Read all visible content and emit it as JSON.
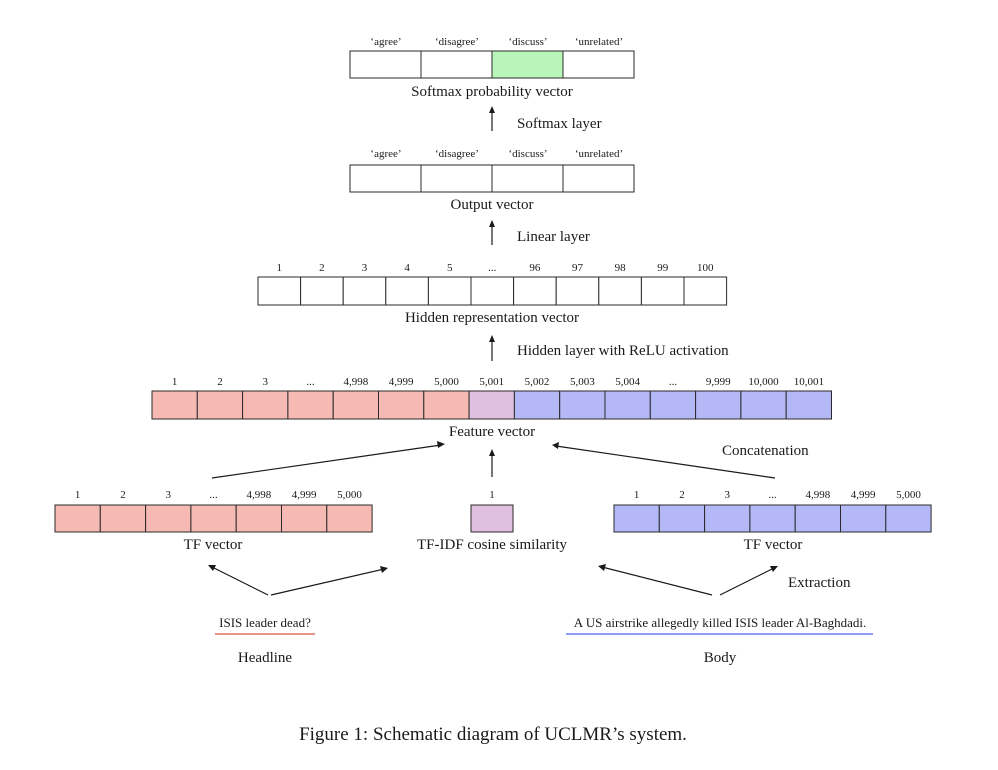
{
  "colors": {
    "white": "#ffffff",
    "green": "#b9f5b9",
    "red": "#f7b9b3",
    "purple": "#e0c0e0",
    "blue": "#b4b8f7",
    "headline_underline": "#e0705f",
    "body_underline": "#6a7cf0"
  },
  "softmax_vector": {
    "labels": [
      "‘agree’",
      "‘disagree’",
      "‘discuss’",
      "‘unrelated’"
    ],
    "highlight": "discuss",
    "caption": "Softmax probability vector"
  },
  "softmax_layer": "Softmax layer",
  "output_vector": {
    "labels": [
      "‘agree’",
      "‘disagree’",
      "‘discuss’",
      "‘unrelated’"
    ],
    "caption": "Output vector"
  },
  "linear_layer": "Linear layer",
  "hidden_vector": {
    "labels": [
      "1",
      "2",
      "3",
      "4",
      "5",
      "...",
      "96",
      "97",
      "98",
      "99",
      "100"
    ],
    "caption": "Hidden representation vector"
  },
  "hidden_layer": "Hidden layer with ReLU activation",
  "feature_vector": {
    "labels": [
      "1",
      "2",
      "3",
      "...",
      "4,998",
      "4,999",
      "5,000",
      "5,001",
      "5,002",
      "5,003",
      "5,004",
      "...",
      "9,999",
      "10,000",
      "10,001"
    ],
    "caption": "Feature vector"
  },
  "concatenation": "Concatenation",
  "tf_vector_left": {
    "labels": [
      "1",
      "2",
      "3",
      "...",
      "4,998",
      "4,999",
      "5,000"
    ],
    "caption": "TF vector"
  },
  "cosine": {
    "label": "1",
    "caption": "TF-IDF cosine similarity"
  },
  "tf_vector_right": {
    "labels": [
      "1",
      "2",
      "3",
      "...",
      "4,998",
      "4,999",
      "5,000"
    ],
    "caption": "TF vector"
  },
  "extraction": "Extraction",
  "headline": {
    "text": "ISIS leader dead?",
    "caption": "Headline"
  },
  "body": {
    "text": "A US airstrike allegedly killed ISIS leader Al-Baghdadi.",
    "caption": "Body"
  },
  "figure_caption": "Figure 1: Schematic diagram of UCLMR’s system."
}
